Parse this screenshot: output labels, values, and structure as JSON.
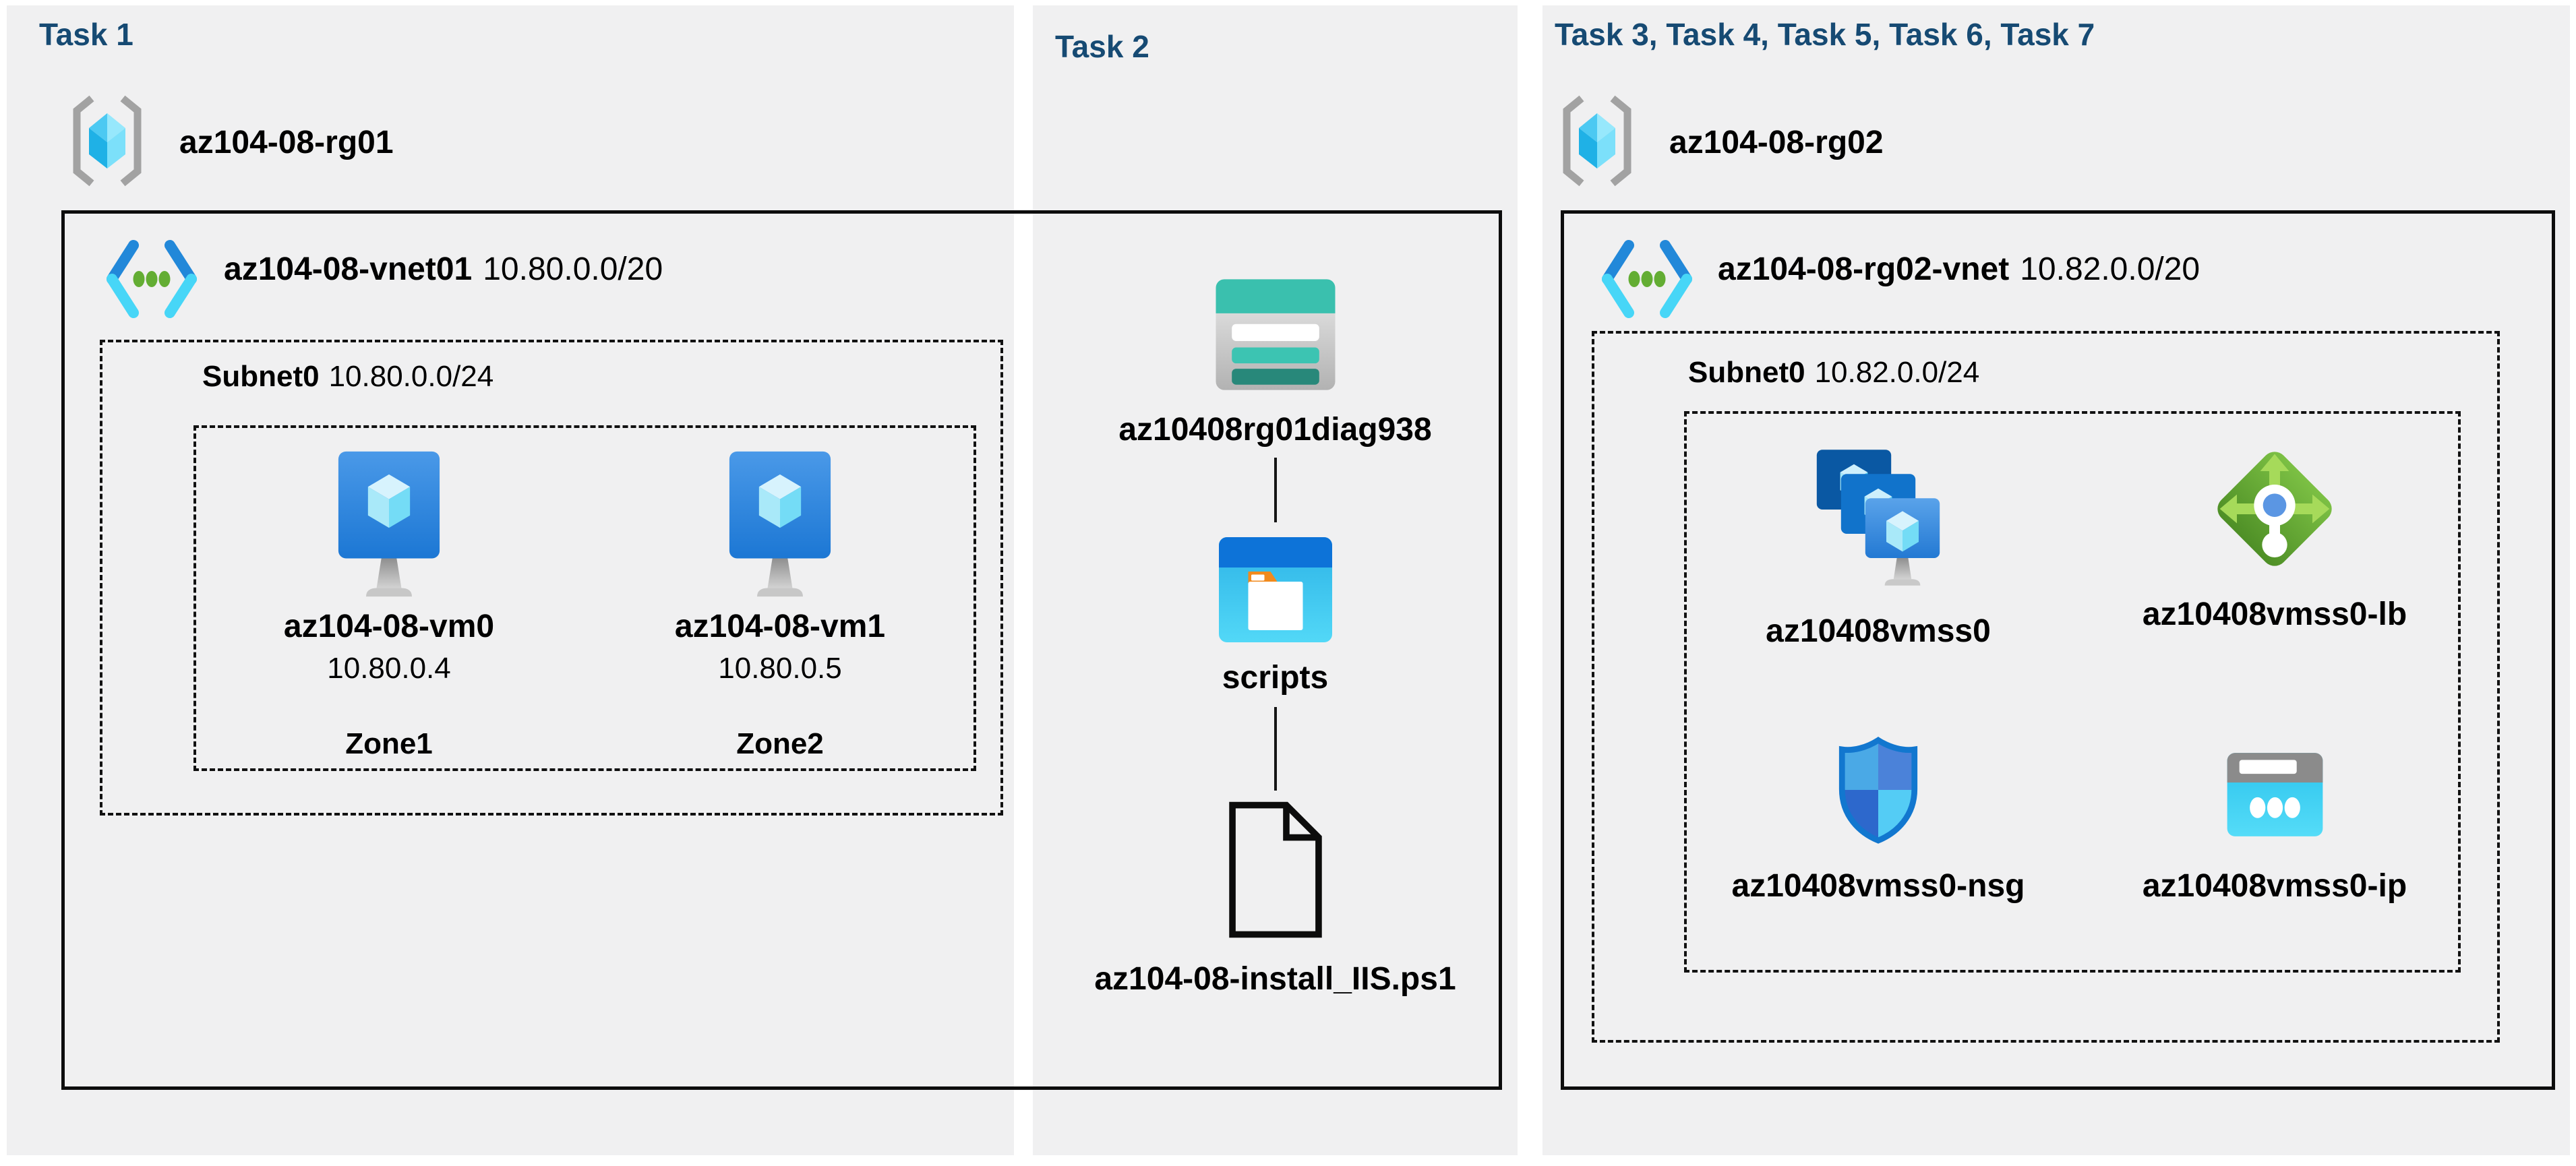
{
  "colors": {
    "title_navy": "#164a73",
    "panel_gray": "#f0f0f1",
    "line_black": "#0d0d0d",
    "teal": "#3ac0ae",
    "azure_blue": "#1c77d4",
    "cyan": "#45d2f5",
    "green": "#63ad33"
  },
  "icons": {
    "resource_group": "gray-brackets-with-cyan-cube",
    "virtual_network": "blue-cyan-chevrons-green-dots",
    "virtual_machine": "blue-monitor-with-crystal-cube",
    "storage_account": "teal-header-card-with-bars",
    "blob_container": "blue-window-with-folder",
    "script_file": "outlined-document-folded-corner",
    "vm_scale_set": "three-stacked-blue-monitors",
    "load_balancer": "green-diamond-arrows-hub",
    "network_security_group": "blue-quadrant-shield",
    "public_ip": "gray-top-cyan-card-three-dots"
  },
  "panels": {
    "task1": {
      "title": "Task 1",
      "resource_group": "az104-08-rg01",
      "vnet": {
        "name": "az104-08-vnet01",
        "cidr": "10.80.0.0/20"
      },
      "subnet": {
        "name": "Subnet0",
        "cidr": "10.80.0.0/24"
      },
      "vms": [
        {
          "name": "az104-08-vm0",
          "ip": "10.80.0.4",
          "zone": "Zone1"
        },
        {
          "name": "az104-08-vm1",
          "ip": "10.80.0.5",
          "zone": "Zone2"
        }
      ]
    },
    "task2": {
      "title": "Task 2",
      "storage_account": "az10408rg01diag938",
      "container": "scripts",
      "script_file": "az104-08-install_IIS.ps1"
    },
    "task3": {
      "title": "Task 3, Task 4, Task 5, Task 6, Task 7",
      "resource_group": "az104-08-rg02",
      "vnet": {
        "name": "az104-08-rg02-vnet",
        "cidr": "10.82.0.0/20"
      },
      "subnet": {
        "name": "Subnet0",
        "cidr": "10.82.0.0/24"
      },
      "resources": [
        {
          "name": "az10408vmss0",
          "type": "vm-scale-set"
        },
        {
          "name": "az10408vmss0-lb",
          "type": "load-balancer"
        },
        {
          "name": "az10408vmss0-nsg",
          "type": "network-security-group"
        },
        {
          "name": "az10408vmss0-ip",
          "type": "public-ip"
        }
      ]
    }
  }
}
